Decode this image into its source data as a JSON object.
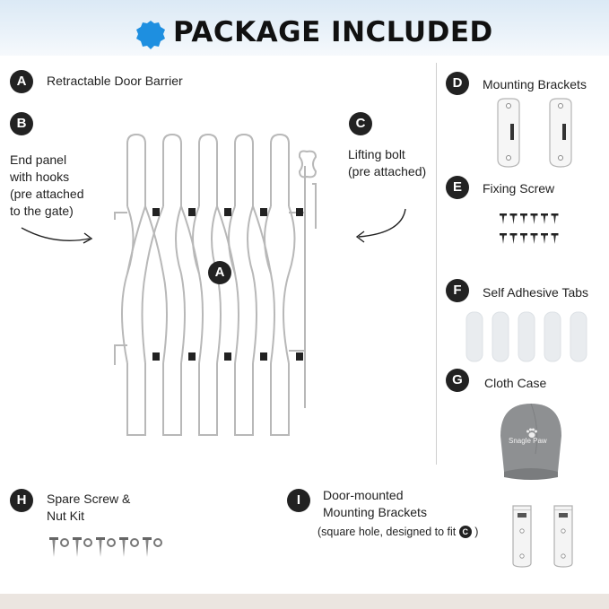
{
  "header": {
    "title": "PACKAGE INCLUDED",
    "icon": "badge-icon"
  },
  "items": {
    "a": {
      "letter": "A",
      "label": "Retractable Door Barrier"
    },
    "b": {
      "letter": "B",
      "label": "End panel\nwith hooks\n(pre attached\nto the gate)"
    },
    "c": {
      "letter": "C",
      "label": "Lifting bolt\n(pre attached)"
    },
    "d": {
      "letter": "D",
      "label": "Mounting Brackets"
    },
    "e": {
      "letter": "E",
      "label": "Fixing Screw"
    },
    "f": {
      "letter": "F",
      "label": "Self Adhesive Tabs"
    },
    "g": {
      "letter": "G",
      "label": "Cloth Case",
      "case_brand": "Snagle Paw"
    },
    "h": {
      "letter": "H",
      "label": "Spare Screw &\nNut Kit"
    },
    "i": {
      "letter": "I",
      "label": "Door-mounted\nMounting Brackets",
      "note_prefix": "(square hole, designed to fit",
      "note_ref": "C",
      "note_suffix": ")"
    }
  },
  "gate_marker": "A",
  "colors": {
    "header_bg": "#dbe9f5",
    "badge": "#1e8fe0",
    "circle": "#222222",
    "divider": "#cfcfcf",
    "case_gray": "#8e9092"
  }
}
